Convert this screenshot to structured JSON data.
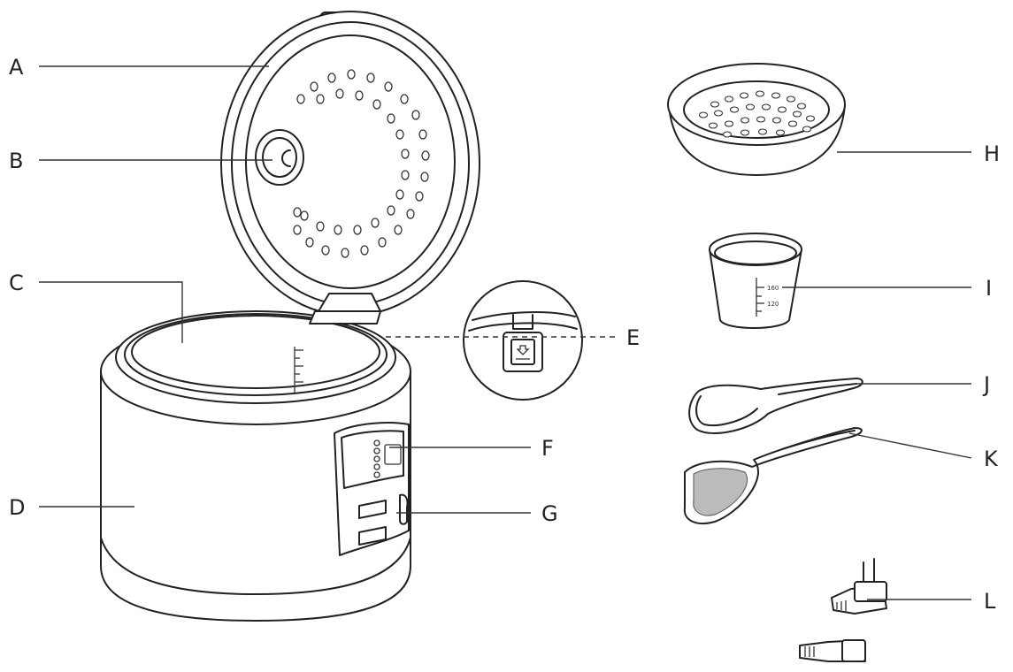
{
  "labels": {
    "A": "A",
    "B": "B",
    "C": "C",
    "D": "D",
    "E": "E",
    "F": "F",
    "G": "G",
    "H": "H",
    "I": "I",
    "J": "J",
    "K": "K",
    "L": "L"
  },
  "measuring_cup": {
    "mark_160": "160",
    "mark_120": "120"
  }
}
